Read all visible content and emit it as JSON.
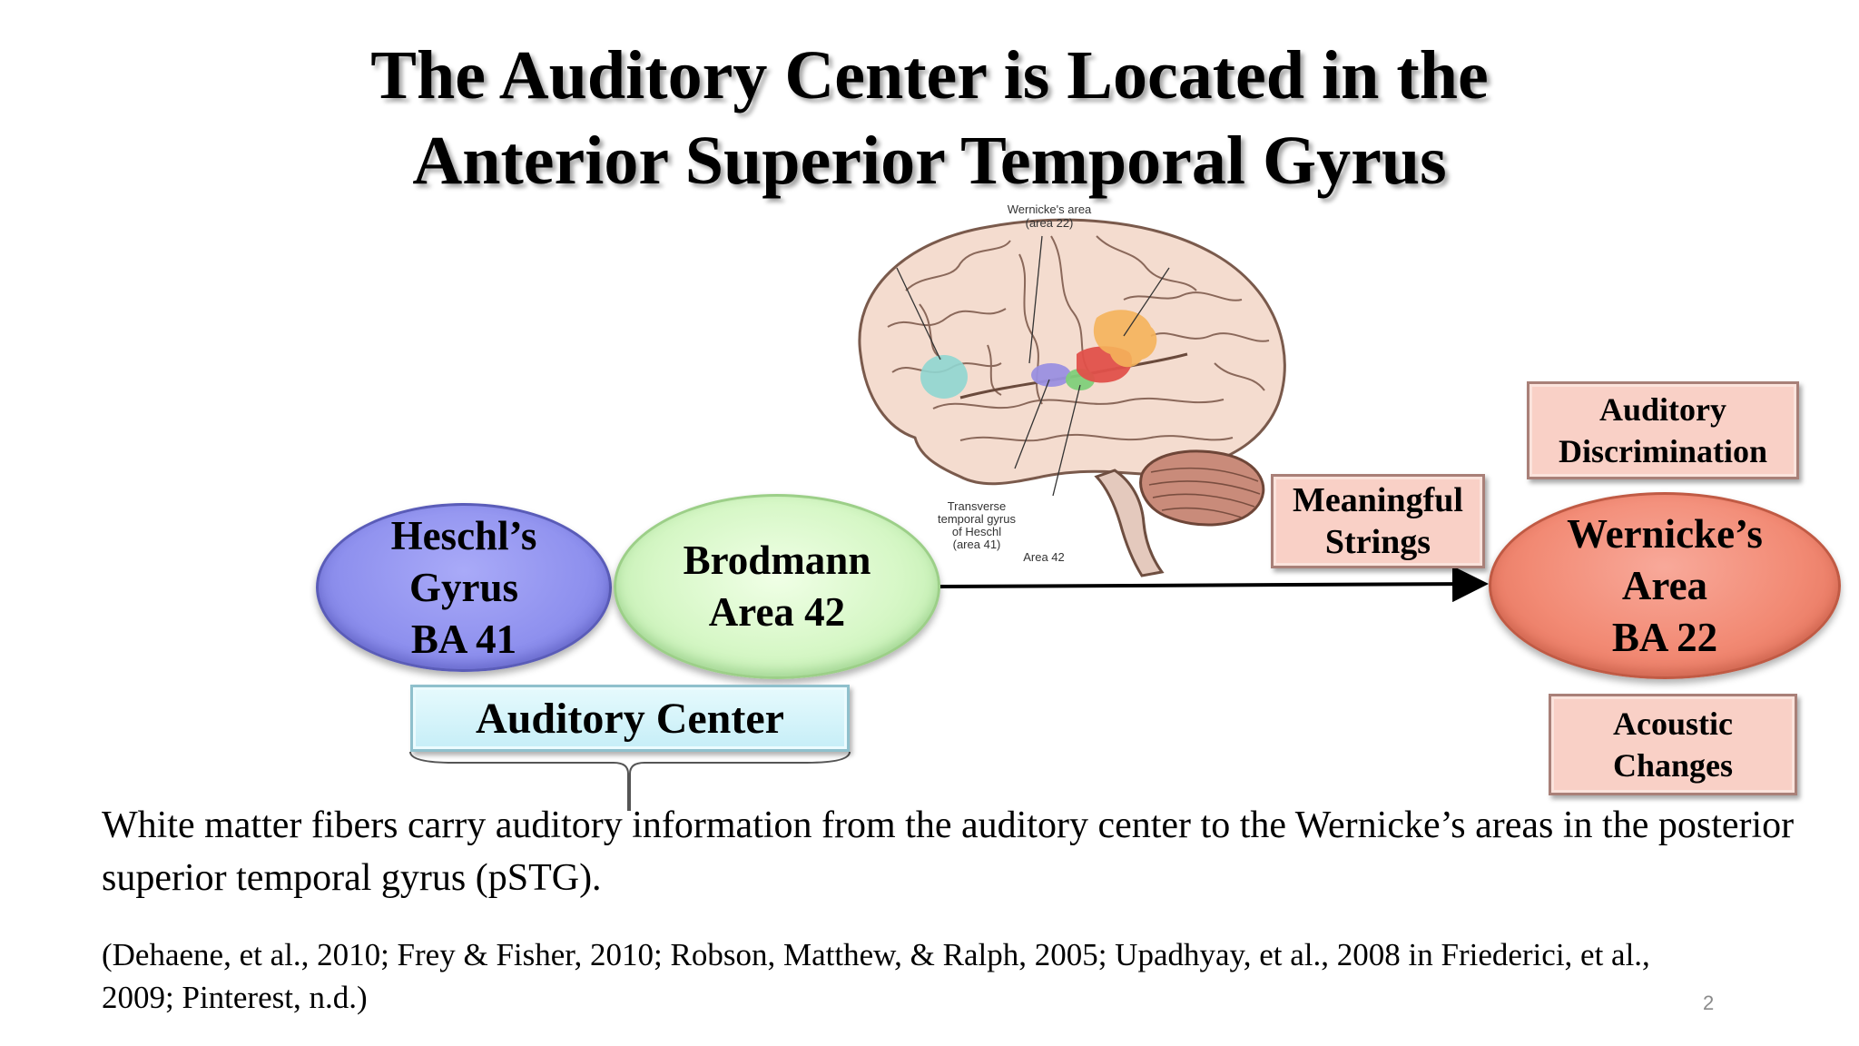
{
  "slide": {
    "title_lines": [
      "The Auditory Center is Located in the",
      "Anterior Superior Temporal Gyrus"
    ],
    "page_number": "2"
  },
  "brain_labels": {
    "wernicke_line1": "Wernicke's area",
    "wernicke_line2": "(area 22)",
    "heschl_line1": "Transverse",
    "heschl_line2": "temporal gyrus",
    "heschl_line3": "of Heschl",
    "heschl_line4": "(area 41)",
    "area42": "Area 42"
  },
  "nodes": {
    "heschl": {
      "lines": [
        "Heschl’s",
        "Gyrus",
        "BA 41"
      ],
      "color": "#8e90ee"
    },
    "brodmann": {
      "lines": [
        "Brodmann",
        "Area 42"
      ],
      "color": "#d6f7c6"
    },
    "wernicke": {
      "lines": [
        "Wernicke’s",
        "Area",
        "BA 22"
      ],
      "color": "#f28a74"
    }
  },
  "boxes": {
    "meaningful": {
      "lines": [
        "Meaningful",
        "Strings"
      ]
    },
    "discrimination": {
      "lines": [
        "Auditory",
        "Discrimination"
      ]
    },
    "acoustic": {
      "lines": [
        "Acoustic",
        "Changes"
      ]
    },
    "auditory_center": "Auditory Center"
  },
  "body_text": "White matter fibers carry auditory information from the auditory center to the Wernicke’s areas in the posterior superior temporal gyrus (pSTG).",
  "citation": "(Dehaene, et al., 2010; Frey & Fisher, 2010; Robson, Matthew, & Ralph, 2005; Upadhyay, et al., 2008 in Friederici, et al., 2009; Pinterest, n.d.)"
}
